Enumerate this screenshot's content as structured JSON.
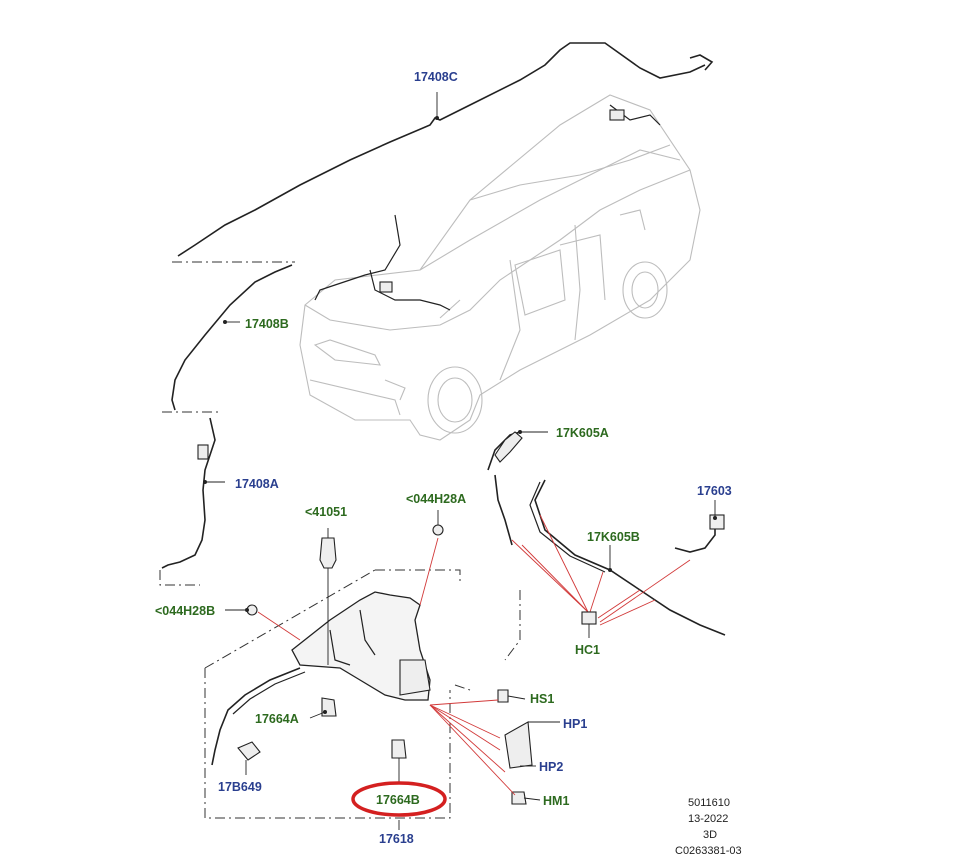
{
  "labels": {
    "hose_top": "17408C",
    "hose_mid": "17408B",
    "hose_lower": "17408A",
    "pump": "<41051",
    "clip_right": "<044H28A",
    "clip_left": "<044H28B",
    "tube_a": "17K605A",
    "tube_b": "17K605B",
    "rear_hose": "17603",
    "clip_hc1": "HC1",
    "hs1": "HS1",
    "hp1": "HP1",
    "hp2": "HP2",
    "hm1": "HM1",
    "sensor_a": "17664A",
    "sensor_b": "17664B",
    "fitting": "17B649",
    "reservoir": "17618"
  },
  "meta": {
    "line1": "5011610",
    "line2": "13-2022",
    "line3": "3D",
    "line4": "C0263381-03"
  },
  "colors": {
    "blue_label": "#2a3f8f",
    "green_label": "#2d6a1f",
    "highlight": "#d42020",
    "leader_red": "#d23a3a"
  }
}
